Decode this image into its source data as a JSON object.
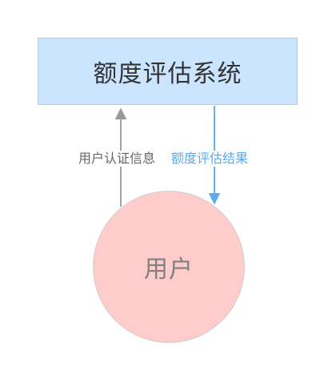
{
  "nodes": {
    "system": {
      "label": "额度评估系统"
    },
    "user": {
      "label": "用户"
    }
  },
  "edges": {
    "auth_info": {
      "label": "用户认证信息",
      "from": "用户",
      "to": "额度评估系统",
      "color": "#999999"
    },
    "assessment_result": {
      "label": "额度评估结果",
      "from": "额度评估系统",
      "to": "用户",
      "color": "#5aaaf0"
    }
  },
  "colors": {
    "system_fill": "#cce5ff",
    "user_fill": "#ffcccc",
    "result_edge": "#5aaaf0",
    "auth_edge": "#999999"
  }
}
